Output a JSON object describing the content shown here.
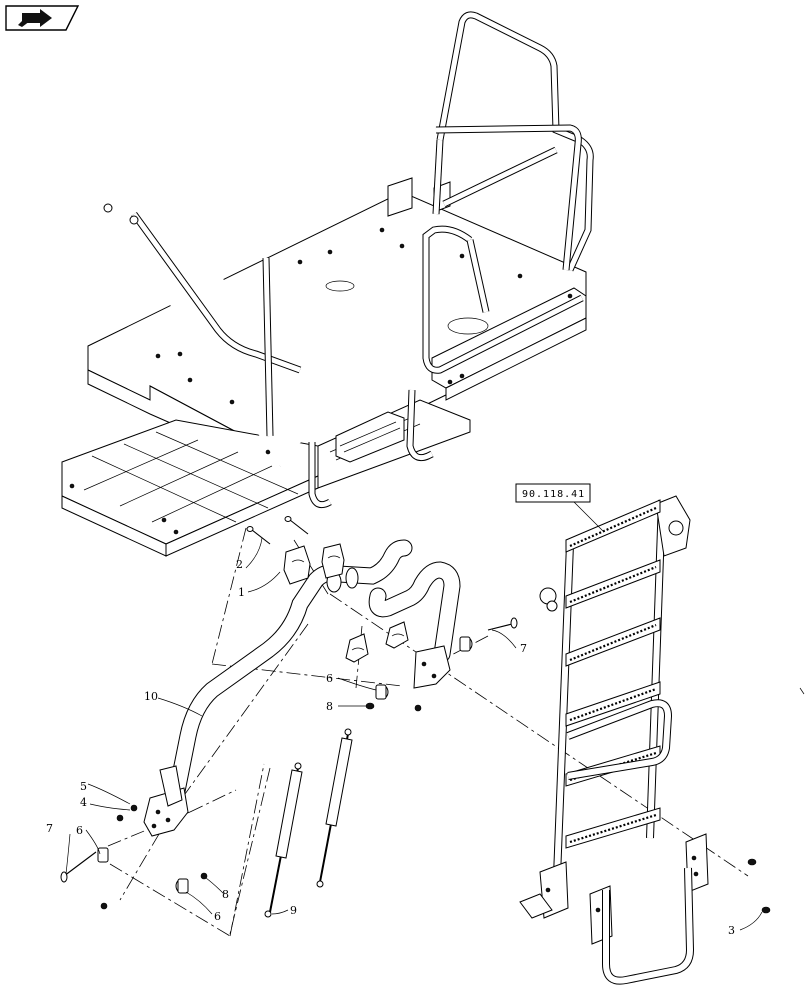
{
  "reference_label": "90.118.41",
  "callouts": [
    {
      "id": "c1",
      "text": "1"
    },
    {
      "id": "c2",
      "text": "2"
    },
    {
      "id": "c3",
      "text": "3"
    },
    {
      "id": "c4",
      "text": "4"
    },
    {
      "id": "c5",
      "text": "5"
    },
    {
      "id": "c6a",
      "text": "6"
    },
    {
      "id": "c6b",
      "text": "6"
    },
    {
      "id": "c6c",
      "text": "6"
    },
    {
      "id": "c7a",
      "text": "7"
    },
    {
      "id": "c7b",
      "text": "7"
    },
    {
      "id": "c8a",
      "text": "8"
    },
    {
      "id": "c8b",
      "text": "8"
    },
    {
      "id": "c9",
      "text": "9"
    },
    {
      "id": "c10",
      "text": "10"
    }
  ],
  "icons": {
    "nav": "next-page-arrow-icon"
  }
}
